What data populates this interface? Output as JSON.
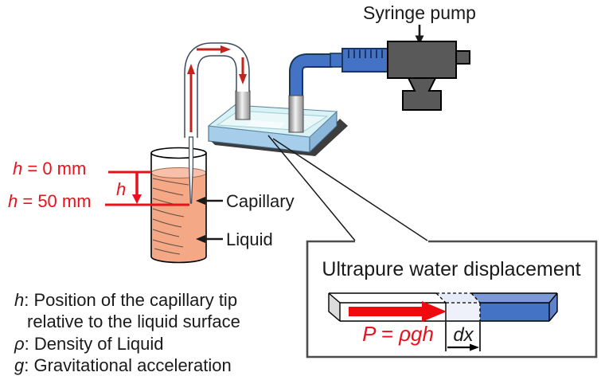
{
  "syringe_pump": {
    "label": "Syringe pump"
  },
  "beaker": {
    "capillary_label": "Capillary",
    "liquid_label": "Liquid"
  },
  "annotations": {
    "h0": {
      "symbol": "h",
      "rest": " = 0 mm"
    },
    "h50": {
      "symbol": "h",
      "rest": " = 50 mm"
    },
    "h": {
      "symbol": "h"
    }
  },
  "inset": {
    "title": "Ultrapure water displacement",
    "formula": "P = ρgh",
    "dx_label": "dx"
  },
  "legend": {
    "items": [
      {
        "symbol": "h",
        "text": ": Position of the capillary tip"
      },
      {
        "symbol": "",
        "text": "relative to the liquid surface"
      },
      {
        "symbol": "ρ",
        "text": ": Density of Liquid"
      },
      {
        "symbol": "g",
        "text": ": Gravitational acceleration"
      }
    ]
  },
  "colors": {
    "annotation_red": "#e8111c",
    "flow_arrow_red": "#c2231c",
    "pressure_arrow_red": "#ee0a0e",
    "device_blue": "#4472c4",
    "device_blue_outline": "#17375e",
    "pump_gray": "#595959",
    "liquid_salmon": "#f5a886",
    "liquid_surface": "#f8c0a8",
    "chip_top": "#d9f2f6",
    "chip_front": "#a6cde9",
    "inset_border": "#4d4d4d",
    "text_black": "#1a1a1a"
  }
}
